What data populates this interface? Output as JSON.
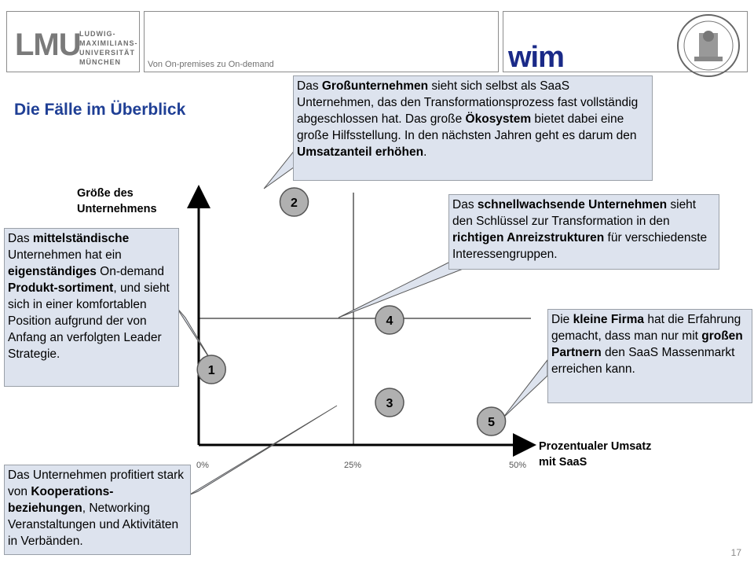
{
  "header": {
    "logo_text": "LMU",
    "logo_subtext": "LUDWIG-\nMAXIMILIANS-\nUNIVERSITÄT\nMÜNCHEN",
    "subtitle": "Von On-premises zu On-demand",
    "brand": "wim",
    "brand_color": "#1a2a88"
  },
  "title": "Die Fälle im Überblick",
  "title_color": "#1f3f95",
  "callout_fill": "#dde3ee",
  "marker_fill": "#b0b0b0",
  "axes": {
    "ylabel_line1": "Größe des",
    "ylabel_line2": "Unternehmens",
    "xlabel_line1": "Prozentualer Umsatz",
    "xlabel_line2": "mit SaaS",
    "xticks": [
      "0%",
      "25%",
      "50%"
    ],
    "xlim": [
      0,
      50
    ]
  },
  "markers": [
    {
      "label": "1",
      "x_value": 2
    },
    {
      "label": "2",
      "x_value": 15
    },
    {
      "label": "3",
      "x_value": 30
    },
    {
      "label": "4",
      "x_value": 30
    },
    {
      "label": "5",
      "x_value": 46
    }
  ],
  "callouts": {
    "c1": {
      "segments": [
        {
          "t": "Das ",
          "b": false
        },
        {
          "t": "mittelständische",
          "b": true
        },
        {
          "t": " Unternehmen hat ein ",
          "b": false
        },
        {
          "t": "eigenständiges",
          "b": true
        },
        {
          "t": " On-demand ",
          "b": false
        },
        {
          "t": "Produkt-sortiment",
          "b": true
        },
        {
          "t": ", und sieht sich in einer komfortablen Position aufgrund der von Anfang an verfolgten Leader Strategie.",
          "b": false
        }
      ]
    },
    "c2": {
      "segments": [
        {
          "t": "Das ",
          "b": false
        },
        {
          "t": "Großunternehmen",
          "b": true
        },
        {
          "t": " sieht sich selbst als SaaS Unternehmen, das den Transformationsprozess fast vollständig abgeschlossen hat. Das große ",
          "b": false
        },
        {
          "t": "Ökosystem",
          "b": true
        },
        {
          "t": " bietet dabei eine große Hilfsstellung. In den nächsten Jahren geht es darum den ",
          "b": false
        },
        {
          "t": "Umsatzanteil erhöhen",
          "b": true
        },
        {
          "t": ".",
          "b": false
        }
      ]
    },
    "c3": {
      "segments": [
        {
          "t": "Das Unternehmen profitiert stark von ",
          "b": false
        },
        {
          "t": "Kooperations-beziehungen",
          "b": true
        },
        {
          "t": ", Networking Veranstaltungen und Aktivitäten in Verbänden.",
          "b": false
        }
      ]
    },
    "c4": {
      "segments": [
        {
          "t": "Das ",
          "b": false
        },
        {
          "t": "schnellwachsende Unternehmen",
          "b": true
        },
        {
          "t": " sieht den Schlüssel zur Transformation in den ",
          "b": false
        },
        {
          "t": "richtigen Anreizstrukturen",
          "b": true
        },
        {
          "t": " für verschiedenste Interessengruppen.",
          "b": false
        }
      ]
    },
    "c5": {
      "segments": [
        {
          "t": "Die ",
          "b": false
        },
        {
          "t": "kleine Firma",
          "b": true
        },
        {
          "t": " hat die Erfahrung gemacht, dass man nur mit ",
          "b": false
        },
        {
          "t": "großen Partnern",
          "b": true
        },
        {
          "t": " den SaaS Massenmarkt erreichen kann.",
          "b": false
        }
      ]
    }
  },
  "page_number": "17"
}
